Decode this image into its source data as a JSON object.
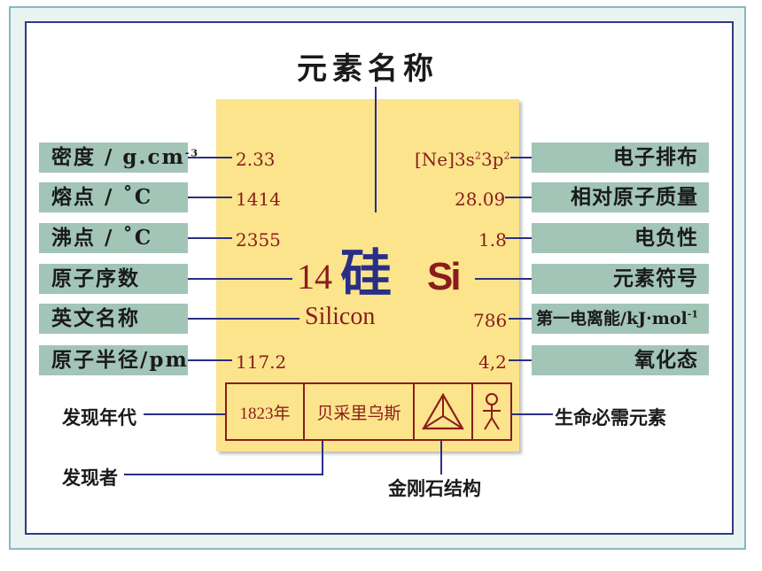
{
  "title": "元素名称",
  "element": {
    "character": "硅",
    "atomic_number": "14",
    "symbol": "Si",
    "english_name": "Silicon"
  },
  "left_labels": {
    "density": {
      "label": "密度 / g.cm",
      "sup": "-3",
      "value": "2.33"
    },
    "melting": {
      "label": "熔点 / ˚C",
      "value": "1414"
    },
    "boiling": {
      "label": "沸点 / ˚C",
      "value": "2355"
    },
    "atomic_number": {
      "label": "原子序数"
    },
    "english_name": {
      "label": "英文名称"
    },
    "radius": {
      "label": "原子半径/pm",
      "value": "117.2"
    }
  },
  "right_labels": {
    "electron_config": {
      "label": "电子排布",
      "value_prefix": "[Ne]3s",
      "value_sup1": "2",
      "value_mid": "3p",
      "value_sup2": "2"
    },
    "atomic_mass": {
      "label": "相对原子质量",
      "value": "28.09"
    },
    "electronegativity": {
      "label": "电负性",
      "value": "1.8"
    },
    "symbol": {
      "label": "元素符号"
    },
    "ionization": {
      "label": "第一电离能/kJ·mol",
      "sup": "-1",
      "value": "786"
    },
    "oxidation": {
      "label": "氧化态",
      "value": "4,2"
    }
  },
  "bottom_row": {
    "year": "1823年",
    "discoverer": "贝采里乌斯",
    "structure_icon": "tetrahedron-icon",
    "life_icon": "person-icon"
  },
  "outer_labels": {
    "discovery_year": "发现年代",
    "discoverer": "发现者",
    "structure": "金刚石结构",
    "essential": "生命必需元素"
  },
  "colors": {
    "card": "#fbe48c",
    "label_bg": "#a2c5b7",
    "dark_red": "#8a1c1c",
    "navy": "#2a2f86"
  }
}
